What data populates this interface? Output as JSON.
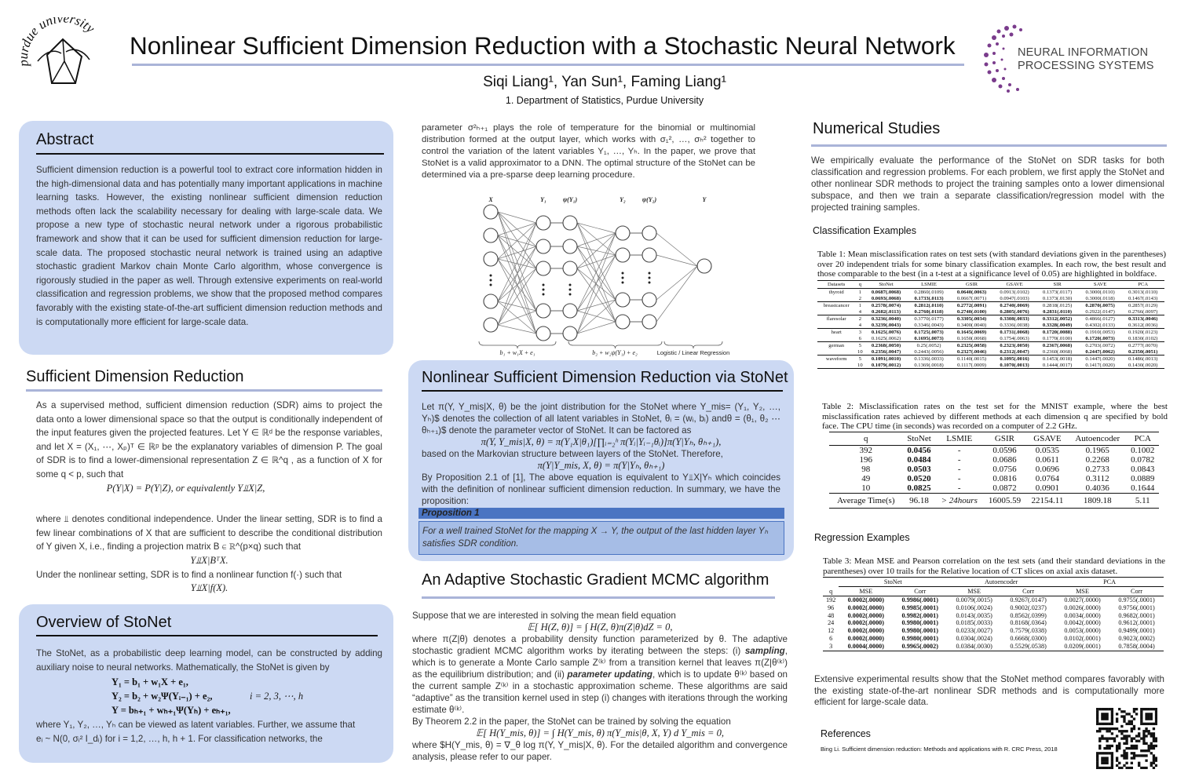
{
  "header": {
    "title": "Nonlinear Sufficient Dimension Reduction with a Stochastic Neural Network",
    "authors": "Siqi Liang¹, Yan Sun¹, Faming Liang¹",
    "affiliation": "1. Department of Statistics, Purdue University",
    "logo_left_text": "purdue university",
    "logo_right_line1": "NEURAL INFORMATION",
    "logo_right_line2": "PROCESSING SYSTEMS"
  },
  "abstract": {
    "heading": "Abstract",
    "text": "Sufficient dimension reduction is a powerful tool to extract core information hidden in the high-dimensional data and has potentially many important applications in machine learning tasks. However, the existing nonlinear sufficient dimension reduction methods often lack the scalability necessary for dealing with large-scale data. We propose a new type of stochastic neural network under a rigorous probabilistic framework and show that it can be used for sufficient dimension reduction for large-scale data. The proposed stochastic neural network is trained using an adaptive stochastic gradient Markov chain Monte Carlo algorithm, whose convergence is rigorously studied in the paper as well. Through extensive experiments on real-world classification and regression problems, we show that the proposed method compares favorably with the existing state-of-the-art sufficient dimension reduction methods and is computationally more efficient for large-scale data."
  },
  "sdr": {
    "heading": "Sufficient Dimension Reduction",
    "p1": "As a supervised method, sufficient dimension reduction (SDR) aims to project the data onto a lower dimensional space so that the output is conditionally independent of the input features given the projected features. Let Y ∈ ℝᵈ be the response variables, and let X = (X₁, ⋯, Xₚ)ᵀ ∈ ℝᵖ be the explanatory variables of dimension P. The goal of SDR is to find a lower-dimensional representation Z ∈ ℝ^q , as a function of X for some q < p, such that",
    "eq1": "P(Y|X) = P(Y|Z),        or equivalently        Y⫫X|Z,",
    "p2": "where ⫫ denotes conditional independence. Under the linear setting, SDR is to find a few linear combinations of X that are sufficient to describe the conditional distribution of Y given X, i.e., finding a projection matrix B ∈ ℝ^(p×q) such that",
    "eq2": "Y⫫X|BᵀX.",
    "p3": "Under the nonlinear setting, SDR is to find a nonlinear function f(·) such that",
    "eq3": "Y⫫X|f(X)."
  },
  "overview": {
    "heading": "Overview of StoNet",
    "p1": "The StoNet, as a probabilistic deep learning model, can be constructed by adding auxiliary noise to neural networks. Mathematically, the StoNet is given by",
    "eq1": "Y₁ = b₁ + w₁X + e₁,",
    "eq2": "Y₂ = b₂ + w₂Ψ(Yᵢ₋₁) + e₂,",
    "eq2_range": "i = 2, 3, ⋯, h",
    "eq3": "Y = bₕ₊₁ + wₕ₊₁Ψ(Yₕ) + eₕ₊₁,",
    "p2": "where Y₁, Y₂, …, Yₕ can be viewed as latent variables. Further, we assume that",
    "p3": "eᵢ ~ N(0, σᵢ² I_dᵢ) for i = 1,2, …, h, h + 1. For classification networks, the"
  },
  "col2_top": {
    "text": "parameter σ²ₕ₊₁ plays the role of temperature for the binomial or multinomial distribution formed at the output layer, which works with σ₁², …, σₕ² together to control the variation of the latent variables Y₁, …, Yₕ. In the paper, we prove that StoNet is a valid approximator to a DNN. The optimal structure of the StoNet can be determined via a pre-sparse deep learning procedure."
  },
  "diagram": {
    "labels": [
      "X",
      "Y₁",
      "ψ(Y₁)",
      "Y₂",
      "ψ(Y₂)",
      "Y"
    ],
    "bottom1": "b₁ + w₁X + e₁",
    "bottom2": "b₂ + w₂ψ(Y₁) + e₂",
    "bottom3": "Logistic / Linear Regression"
  },
  "via": {
    "heading": "Nonlinear Sufficient Dimension Reduction via StoNet",
    "p1": "Let π(Y, Y_mis|X, θ) be the joint distribution for the StoNet where Y_mis= (Y₁, Y₂, …, Yₕ)$ denotes the collection of all latent variables in StoNet, θᵢ = (wᵢ, bᵢ) andθ = (θ₁, θ₂ ⋯ θₕ₊₁)$ denote the parameter vector of StoNet. It can be factored as",
    "eq1": "π(Y, Y_mis|X, θ) = π(Y₁X|θ₁)[∏ᵢ₌₂ʰ π(Yᵢ|Yᵢ₋₁θᵢ)]π(Y|Yₕ, θₕ₊₁),",
    "p2": "based on the Markovian structure between layers of the StoNet. Therefore,",
    "eq2": "π(Y|Y_mis, X, θ) = π(Y|Yₕ, θₕ₊₁)",
    "p3": "By Proposition 2.1 of [1], The above equation is equivalent to Y⫫X|Yₕ which coincides with the definition of nonlinear sufficient dimension reduction. In summary, we have the proposition:",
    "prop_title": "Proposition 1",
    "prop_text": "For a well trained StoNet for the mapping X → Y, the output of the last hidden layer Yₕ satisfies SDR condition."
  },
  "mcmc": {
    "heading": "An Adaptive Stochastic Gradient MCMC algorithm",
    "p1": "Suppose that we are interested in solving the mean field equation",
    "eq1": "𝔼[ H(Z, θ)] = ∫ H(Z, θ)π(Z|θ)dZ = 0,",
    "p2a": "where π(Z|θ) denotes a probability density function parameterized by θ. The adaptive stochastic gradient MCMC algorithm works by iterating between the steps: (i) ",
    "sampling": "sampling",
    "p2b": ", which is to generate a Monte Carlo sample Z⁽ᵏ⁾ from a transition kernel that leaves π(Z|θ⁽ᵏ⁾) as the equilibrium distribution; and (ii) ",
    "updating": "parameter updating",
    "p2c": ", which is to update θ⁽ᵏ⁾ based on the current sample Z⁽ᵏ⁾ in a stochastic approximation scheme. These algorithms are said “adaptive” as the transition kernel used in step (i) changes with iterations through the working estimate θ⁽ᵏ⁾.",
    "p3": "By Theorem 2.2 in the paper, the StoNet can be trained by solving the equation",
    "eq2": "𝔼[ H(Y_mis, θ)] = ∫ H(Y_mis, θ) π(Y_mis|θ, X, Y) d Y_mis = 0,",
    "p4": "where $H(Y_mis, θ) = ∇_θ log π(Y, Y_mis|X, θ). For the detailed algorithm and convergence analysis, please refer to our paper."
  },
  "numerical": {
    "heading": "Numerical Studies",
    "intro": "We empirically evaluate the performance of the StoNet on SDR tasks for both classification and regression problems. For each problem, we first apply the StoNet and other nonlinear SDR methods to project the training samples onto a lower dimensional subspace, and then we train a separate classification/regression model with the projected training samples.",
    "class_heading": "Classification Examples",
    "table1_caption": "Table 1: Mean misclassification rates on test sets (with standard deviations given in the parentheses) over 20 independent trials for some binary classification examples. In each row, the best result and those comparable to the best (in a t-test at a significance level of 0.05) are highlighted in boldface.",
    "table1_headers": [
      "Datasets",
      "q",
      "StoNet",
      "LSMIE",
      "GSIR",
      "GSAVE",
      "SIR",
      "SAVE",
      "PCA"
    ],
    "table1_rows": [
      [
        "thyroid",
        "1",
        "0.0687(.0068)",
        "0.2860(.0109)",
        "0.0640(.0063)",
        "0.0913(.0102)",
        "0.1373(.0117)",
        "0.3000(.0110)",
        "0.3013(.0110)"
      ],
      [
        "",
        "2",
        "0.0693(.0068)",
        "0.1733(.0113)",
        "0.0667(.0071)",
        "0.0947(.0103)",
        "0.1373(.0130)",
        "0.3000(.0118)",
        "0.1467(.0143)"
      ],
      [
        "breastcancer",
        "1",
        "0.2578(.0074)",
        "0.2812(.0110)",
        "0.2772(.0091)",
        "0.2740(.0069)",
        "0.2818(.0125)",
        "0.2870(.0075)",
        "0.2857(.0129)"
      ],
      [
        "",
        "4",
        "0.2682(.0113)",
        "0.2760(.0118)",
        "0.2740(.0100)",
        "0.2805(.0076)",
        "0.2831(.0110)",
        "0.2922(.0147)",
        "0.2766(.0097)"
      ],
      [
        "flaresolar",
        "2",
        "0.3236(.0040)",
        "0.3770(.0177)",
        "0.3305(.0034)",
        "0.3308(.0033)",
        "0.3312(.0052)",
        "0.4866(.0127)",
        "0.3313(.0046)"
      ],
      [
        "",
        "4",
        "0.3239(.0043)",
        "0.3346(.0043)",
        "0.3400(.0040)",
        "0.3336(.0038)",
        "0.3328(.0049)",
        "0.4302(.0133)",
        "0.3612(.0036)"
      ],
      [
        "heart",
        "3",
        "0.1625(.0076)",
        "0.1725(.0073)",
        "0.1645(.0069)",
        "0.1731(.0068)",
        "0.1720(.0088)",
        "0.1910(.0053)",
        "0.1920(.0123)"
      ],
      [
        "",
        "6",
        "0.1625(.0062)",
        "0.1695(.0073)",
        "0.1650(.0068)",
        "0.1754(.0063)",
        "0.1770(.0100)",
        "0.1720(.0073)",
        "0.1830(.0102)"
      ],
      [
        "german",
        "5",
        "0.2368(.0050)",
        "0.25(.0052)",
        "0.2325(.0058)",
        "0.2323(.0050)",
        "0.2367(.0068)",
        "0.2703(.0072)",
        "0.2777(.0070)"
      ],
      [
        "",
        "10",
        "0.2356(.0047)",
        "0.2443(.0056)",
        "0.2327(.0046)",
        "0.2312(.0047)",
        "0.2360(.0068)",
        "0.2447(.0062)",
        "0.2350(.0051)"
      ],
      [
        "waveform",
        "5",
        "0.1091(.0010)",
        "0.1336(.0033)",
        "0.1140(.0015)",
        "0.1095(.0016)",
        "0.1453(.0018)",
        "0.1447(.0020)",
        "0.1486(.0013)"
      ],
      [
        "",
        "10",
        "0.1079(.0012)",
        "0.1369(.0018)",
        "0.1117(.0009)",
        "0.1070(.0013)",
        "0.1444(.0017)",
        "0.1417(.0020)",
        "0.1430(.0020)"
      ]
    ],
    "table2_caption": "Table 2: Misclassification rates on the test set for the MNIST example, where the best misclassification rates achieved by different methods at each dimension q are specified by bold face. The CPU time (in seconds) was recorded on a computer of 2.2 GHz.",
    "table2_headers": [
      "q",
      "StoNet",
      "LSMIE",
      "GSIR",
      "GSAVE",
      "Autoencoder",
      "PCA"
    ],
    "table2_rows": [
      [
        "392",
        "0.0456",
        "-",
        "0.0596",
        "0.0535",
        "0.1965",
        "0.1002"
      ],
      [
        "196",
        "0.0484",
        "-",
        "0.0686",
        "0.0611",
        "0.2268",
        "0.0782"
      ],
      [
        "98",
        "0.0503",
        "-",
        "0.0756",
        "0.0696",
        "0.2733",
        "0.0843"
      ],
      [
        "49",
        "0.0520",
        "-",
        "0.0816",
        "0.0764",
        "0.3112",
        "0.0889"
      ],
      [
        "10",
        "0.0825",
        "-",
        "0.0872",
        "0.0901",
        "0.4036",
        "0.1644"
      ]
    ],
    "table2_time": [
      "Average Time(s)",
      "96.18",
      "> 24hours",
      "16005.59",
      "22154.11",
      "1809.18",
      "5.11"
    ],
    "reg_heading": "Regression Examples",
    "table3_caption": "Table 3: Mean MSE and Pearson correlation on the test sets (and their standard deviations in the parentheses) over 10 trails for the Relative location of CT slices on axial axis dataset.",
    "table3_groups": [
      "StoNet",
      "Autoencoder",
      "PCA"
    ],
    "table3_sub": [
      "q",
      "MSE",
      "Corr",
      "MSE",
      "Corr",
      "MSE",
      "Corr"
    ],
    "table3_rows": [
      [
        "192",
        "0.0002(.0000)",
        "0.9986(.0001)",
        "0.0079(.0015)",
        "0.9267(.0147)",
        "0.0027(.0000)",
        "0.9755(.0001)"
      ],
      [
        "96",
        "0.0002(.0000)",
        "0.9985(.0001)",
        "0.0106(.0024)",
        "0.9002(.0237)",
        "0.0026(.0000)",
        "0.9756(.0001)"
      ],
      [
        "48",
        "0.0002(.0000)",
        "0.9982(.0001)",
        "0.0143(.0035)",
        "0.8562(.0399)",
        "0.0034(.0000)",
        "0.9682(.0001)"
      ],
      [
        "24",
        "0.0002(.0000)",
        "0.9980(.0001)",
        "0.0185(.0033)",
        "0.8168(.0364)",
        "0.0042(.0000)",
        "0.9612(.0001)"
      ],
      [
        "12",
        "0.0002(.0000)",
        "0.9980(.0001)",
        "0.0233(.0027)",
        "0.7579(.0338)",
        "0.0053(.0000)",
        "0.9499(.0001)"
      ],
      [
        "6",
        "0.0002(.0000)",
        "0.9980(.0001)",
        "0.0304(.0024)",
        "0.6668(.0300)",
        "0.0102(.0001)",
        "0.9023(.0002)"
      ],
      [
        "3",
        "0.0004(.0000)",
        "0.9965(.0002)",
        "0.0384(.0030)",
        "0.5529(.0538)",
        "0.0209(.0001)",
        "0.7858(.0004)"
      ]
    ],
    "conclusion": "Extensive experimental results show that the StoNet method compares favorably with the existing state-of-the-art nonlinear SDR methods and is computationally more efficient for large-scale data.",
    "ref_heading": "References",
    "ref_text": "Bing Li. Sufficient dimension reduction: Methods and applications with R. CRC Press, 2018"
  }
}
